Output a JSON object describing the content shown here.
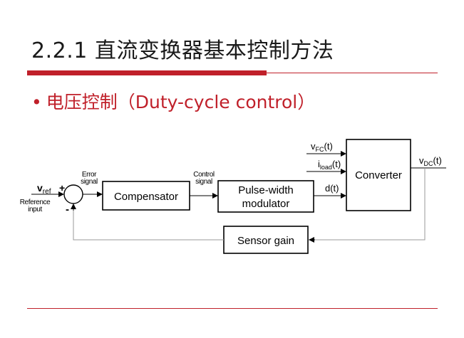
{
  "slide": {
    "title": "2.2.1 直流变换器基本控制方法",
    "bullet": "电压控制（Duty-cycle control）",
    "bullet_cn": "电压控制（",
    "bullet_en": "Duty-cycle control",
    "bullet_close": "）"
  },
  "diagram": {
    "blocks": {
      "compensator": "Compensator",
      "pwm_line1": "Pulse-width",
      "pwm_line2": "modulator",
      "converter": "Converter",
      "sensor": "Sensor gain"
    },
    "signals": {
      "vref_main": "v",
      "vref_sub": "ref",
      "reference_line1": "Reference",
      "reference_line2": "input",
      "plus": "+",
      "minus": "-",
      "error_line1": "Error",
      "error_line2": "signal",
      "control_line1": "Control",
      "control_line2": "signal",
      "duty": "d(t)",
      "vfc_main": "v",
      "vfc_sub": "FC",
      "vfc_tail": "(t)",
      "iload_main": "i",
      "iload_sub": "load",
      "iload_tail": "(t)",
      "vdc_main": "v",
      "vdc_sub": "DC",
      "vdc_tail": "(t)"
    }
  },
  "colors": {
    "accent": "#c0202a",
    "text": "#1a1a1a",
    "line": "#000000",
    "feedback": "#9a9a9a"
  }
}
